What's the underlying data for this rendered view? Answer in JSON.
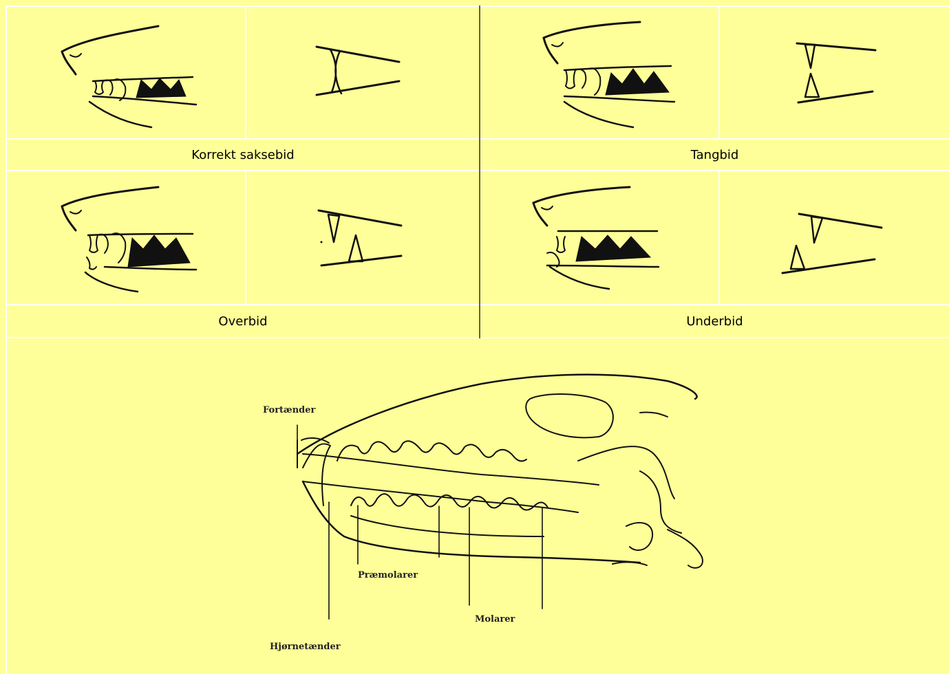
{
  "bite_types": [
    {
      "id": "correct",
      "caption": "Korrekt saksebid"
    },
    {
      "id": "level",
      "caption": "Tangbid"
    },
    {
      "id": "overshot",
      "caption": "Overbid"
    },
    {
      "id": "undershot",
      "caption": "Underbid"
    }
  ],
  "skull": {
    "labels": {
      "incisors": "Fortænder",
      "premolars": "Præmolarer",
      "molars": "Molarer",
      "canines": "Hjørnetænder"
    }
  },
  "colors": {
    "background": "#ffff99",
    "grid_lines": "#ffffff",
    "center_divider": "#5f5f5f"
  }
}
